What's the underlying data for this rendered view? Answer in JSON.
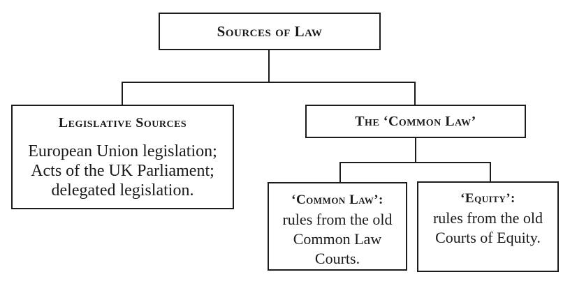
{
  "diagram": {
    "title": "Sources of Law",
    "legislative": {
      "heading": "Legislative Sources",
      "body": "European Union legislation;\nActs of the UK Parliament;\ndelegated legislation."
    },
    "common_law": {
      "heading": "The ‘Common Law’"
    },
    "common_law_courts": {
      "heading": "‘Common Law’:",
      "body": "rules from the old\nCommon Law\nCourts."
    },
    "equity": {
      "heading": "‘Equity’:",
      "body": "rules from the old\nCourts of Equity."
    },
    "colors": {
      "ink": "#1a1a1a",
      "line": "#1c1c1c",
      "background": "#ffffff"
    }
  }
}
